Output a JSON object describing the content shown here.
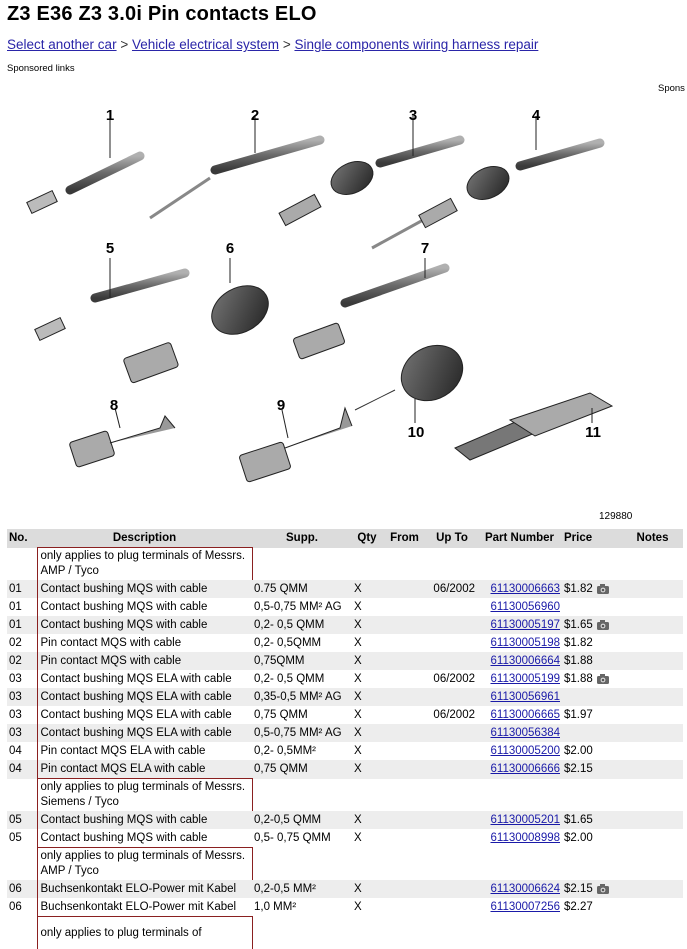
{
  "page": {
    "title": "Z3 E36 Z3 3.0i Pin contacts ELO",
    "breadcrumb": {
      "item1": "Select another car",
      "sep": ">",
      "item2": "Vehicle electrical system",
      "item3": "Single components wiring harness repair"
    },
    "sponsored_label": "Sponsored links",
    "sponsored_right": "Spons",
    "diagram_id": "129880",
    "diagram_labels": [
      "1",
      "2",
      "3",
      "4",
      "5",
      "6",
      "7",
      "8",
      "9",
      "10",
      "11"
    ]
  },
  "table": {
    "headers": {
      "no": "No.",
      "description": "Description",
      "supp": "Supp.",
      "qty": "Qty",
      "from": "From",
      "upto": "Up To",
      "part": "Part Number",
      "price": "Price",
      "notes": "Notes"
    },
    "rows": [
      {
        "type": "note",
        "text": "only applies to plug terminals of Messrs. AMP / Tyco"
      },
      {
        "no": "01",
        "desc": "Contact bushing MQS with cable",
        "supp": "0.75 QMM",
        "qty": "X",
        "from": "",
        "upto": "06/2002",
        "part": "61130006663",
        "price": "$1.82",
        "cam": true
      },
      {
        "no": "01",
        "desc": "Contact bushing MQS with cable",
        "supp": "0,5-0,75 MM² AG",
        "qty": "X",
        "from": "",
        "upto": "",
        "part": "61130056960",
        "price": "",
        "cam": false
      },
      {
        "no": "01",
        "desc": "Contact bushing MQS with cable",
        "supp": "0,2- 0,5 QMM",
        "qty": "X",
        "from": "",
        "upto": "",
        "part": "61130005197",
        "price": "$1.65",
        "cam": true
      },
      {
        "no": "02",
        "desc": "Pin contact MQS with cable",
        "supp": "0,2- 0,5QMM",
        "qty": "X",
        "from": "",
        "upto": "",
        "part": "61130005198",
        "price": "$1.82",
        "cam": false
      },
      {
        "no": "02",
        "desc": "Pin contact MQS with cable",
        "supp": "0,75QMM",
        "qty": "X",
        "from": "",
        "upto": "",
        "part": "61130006664",
        "price": "$1.88",
        "cam": false
      },
      {
        "no": "03",
        "desc": "Contact bushing MQS ELA with cable",
        "supp": "0,2- 0,5 QMM",
        "qty": "X",
        "from": "",
        "upto": "06/2002",
        "part": "61130005199",
        "price": "$1.88",
        "cam": true
      },
      {
        "no": "03",
        "desc": "Contact bushing MQS ELA with cable",
        "supp": "0,35-0,5 MM² AG",
        "qty": "X",
        "from": "",
        "upto": "",
        "part": "61130056961",
        "price": "",
        "cam": false
      },
      {
        "no": "03",
        "desc": "Contact bushing MQS ELA with cable",
        "supp": "0,75 QMM",
        "qty": "X",
        "from": "",
        "upto": "06/2002",
        "part": "61130006665",
        "price": "$1.97",
        "cam": false
      },
      {
        "no": "03",
        "desc": "Contact bushing MQS ELA with cable",
        "supp": "0,5-0,75 MM² AG",
        "qty": "X",
        "from": "",
        "upto": "",
        "part": "61130056384",
        "price": "",
        "cam": false
      },
      {
        "no": "04",
        "desc": "Pin contact MQS ELA with cable",
        "supp": "0,2- 0,5MM²",
        "qty": "X",
        "from": "",
        "upto": "",
        "part": "61130005200",
        "price": "$2.00",
        "cam": false
      },
      {
        "no": "04",
        "desc": "Pin contact MQS ELA with cable",
        "supp": "0,75 QMM",
        "qty": "X",
        "from": "",
        "upto": "",
        "part": "61130006666",
        "price": "$2.15",
        "cam": false
      },
      {
        "type": "note",
        "text": "only applies to plug terminals of Messrs. Siemens / Tyco"
      },
      {
        "no": "05",
        "desc": "Contact bushing MQS with cable",
        "supp": "0,2-0,5 QMM",
        "qty": "X",
        "from": "",
        "upto": "",
        "part": "61130005201",
        "price": "$1.65",
        "cam": false
      },
      {
        "no": "05",
        "desc": "Contact bushing MQS with cable",
        "supp": "0,5- 0,75 QMM",
        "qty": "X",
        "from": "",
        "upto": "",
        "part": "61130008998",
        "price": "$2.00",
        "cam": false
      },
      {
        "type": "note",
        "text": "only applies to plug terminals of Messrs. AMP / Tyco"
      },
      {
        "no": "06",
        "desc": "Buchsenkontakt ELO-Power mit Kabel",
        "supp": "0,2-0,5 MM²",
        "qty": "X",
        "from": "",
        "upto": "",
        "part": "61130006624",
        "price": "$2.15",
        "cam": true
      },
      {
        "no": "06",
        "desc": "Buchsenkontakt ELO-Power mit Kabel",
        "supp": "1,0 MM²",
        "qty": "X",
        "from": "",
        "upto": "",
        "part": "61130007256",
        "price": "$2.27",
        "cam": false
      },
      {
        "type": "note",
        "text": "only applies to plug terminals of"
      }
    ]
  }
}
